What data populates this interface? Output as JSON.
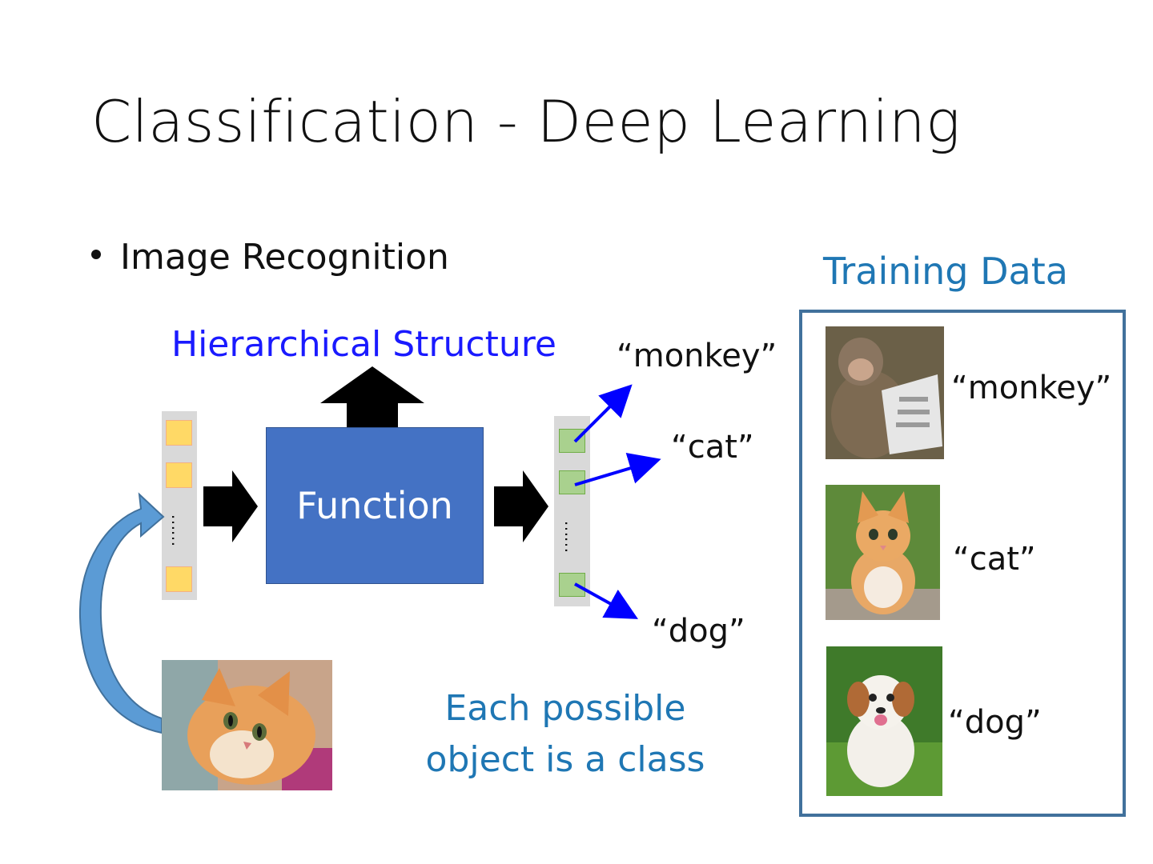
{
  "slide": {
    "title": "Classification - Deep Learning",
    "bullet": "Image Recognition",
    "hierarchical_label": "Hierarchical Structure",
    "function_label": "Function",
    "outputs": {
      "monkey": "“monkey”",
      "cat": "“cat”",
      "dog": "“dog”"
    },
    "each_class_line1": "Each possible",
    "each_class_line2": "object is a class",
    "vector_dots": "……"
  },
  "training": {
    "title": "Training Data",
    "items": [
      {
        "label": "“monkey”",
        "image": "monkey-photo"
      },
      {
        "label": "“cat”",
        "image": "kitten-photo"
      },
      {
        "label": "“dog”",
        "image": "puppy-photo"
      }
    ]
  },
  "input_image": "cat-photo",
  "colors": {
    "function_box": "#4472c4",
    "blue_text": "#1a1aff",
    "teal_text": "#1f77b4",
    "training_border": "#41719c",
    "input_cells": "#ffd966",
    "output_cells": "#a9d18e",
    "output_arrows": "#0000ff",
    "curved_arrow": "#5b9bd5"
  }
}
